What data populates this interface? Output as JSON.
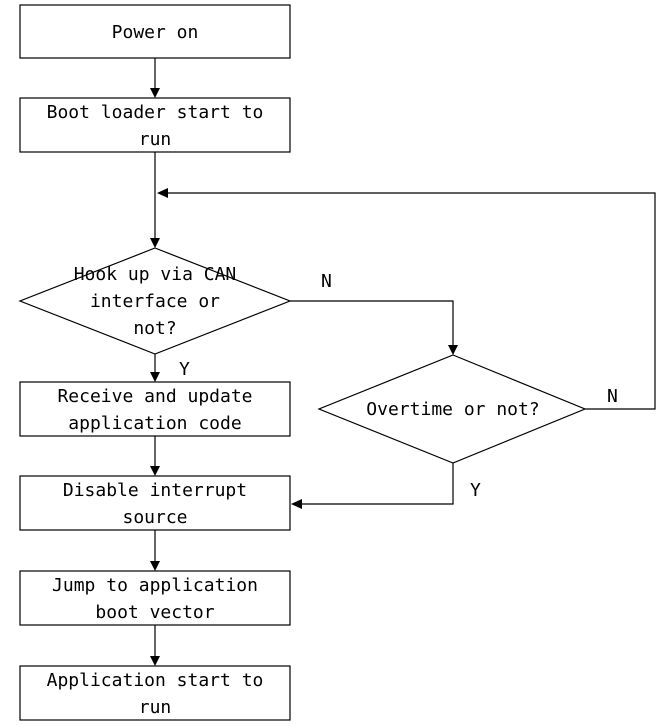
{
  "nodes": {
    "power_on": {
      "lines": [
        "Power on"
      ]
    },
    "boot_loader": {
      "lines": [
        "Boot loader start to",
        "run"
      ]
    },
    "hook_up": {
      "lines": [
        "Hook up via CAN",
        "interface or",
        "not?"
      ]
    },
    "receive_update": {
      "lines": [
        "Receive and update",
        "application code"
      ]
    },
    "overtime": {
      "lines": [
        "Overtime or not?"
      ]
    },
    "disable_interrupt": {
      "lines": [
        "Disable interrupt",
        "source"
      ]
    },
    "jump_vector": {
      "lines": [
        "Jump to application",
        "boot vector"
      ]
    },
    "app_start": {
      "lines": [
        "Application start to",
        "run"
      ]
    }
  },
  "edge_labels": {
    "hook_yes": "Y",
    "hook_no": "N",
    "overtime_no": "N",
    "overtime_yes": "Y"
  }
}
